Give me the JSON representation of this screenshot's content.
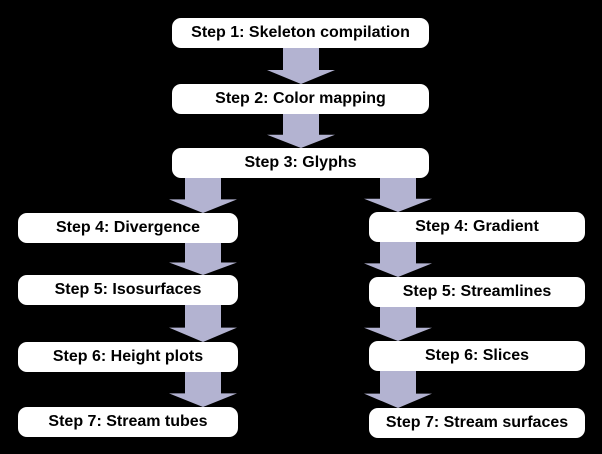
{
  "diagram": {
    "nodes": {
      "main": [
        "Step 1: Skeleton compilation",
        "Step 2: Color mapping",
        "Step 3: Glyphs"
      ],
      "left": [
        "Step 4: Divergence",
        "Step 5: Isosurfaces",
        "Step 6: Height plots",
        "Step 7: Stream tubes"
      ],
      "right": [
        "Step 4: Gradient",
        "Step 5: Streamlines",
        "Step 6: Slices",
        "Step 7: Stream surfaces"
      ]
    },
    "edges": [
      {
        "from": "Step 1: Skeleton compilation",
        "to": "Step 2: Color mapping"
      },
      {
        "from": "Step 2: Color mapping",
        "to": "Step 3: Glyphs"
      },
      {
        "from": "Step 3: Glyphs",
        "to": "Step 4: Divergence"
      },
      {
        "from": "Step 3: Glyphs",
        "to": "Step 4: Gradient"
      },
      {
        "from": "Step 4: Divergence",
        "to": "Step 5: Isosurfaces"
      },
      {
        "from": "Step 5: Isosurfaces",
        "to": "Step 6: Height plots"
      },
      {
        "from": "Step 6: Height plots",
        "to": "Step 7: Stream tubes"
      },
      {
        "from": "Step 4: Gradient",
        "to": "Step 5: Streamlines"
      },
      {
        "from": "Step 5: Streamlines",
        "to": "Step 6: Slices"
      },
      {
        "from": "Step 6: Slices",
        "to": "Step 7: Stream surfaces"
      }
    ],
    "colors": {
      "background": "#000000",
      "box_fill": "#ffffff",
      "box_text": "#000000",
      "arrow": "#b3b3d1"
    }
  }
}
